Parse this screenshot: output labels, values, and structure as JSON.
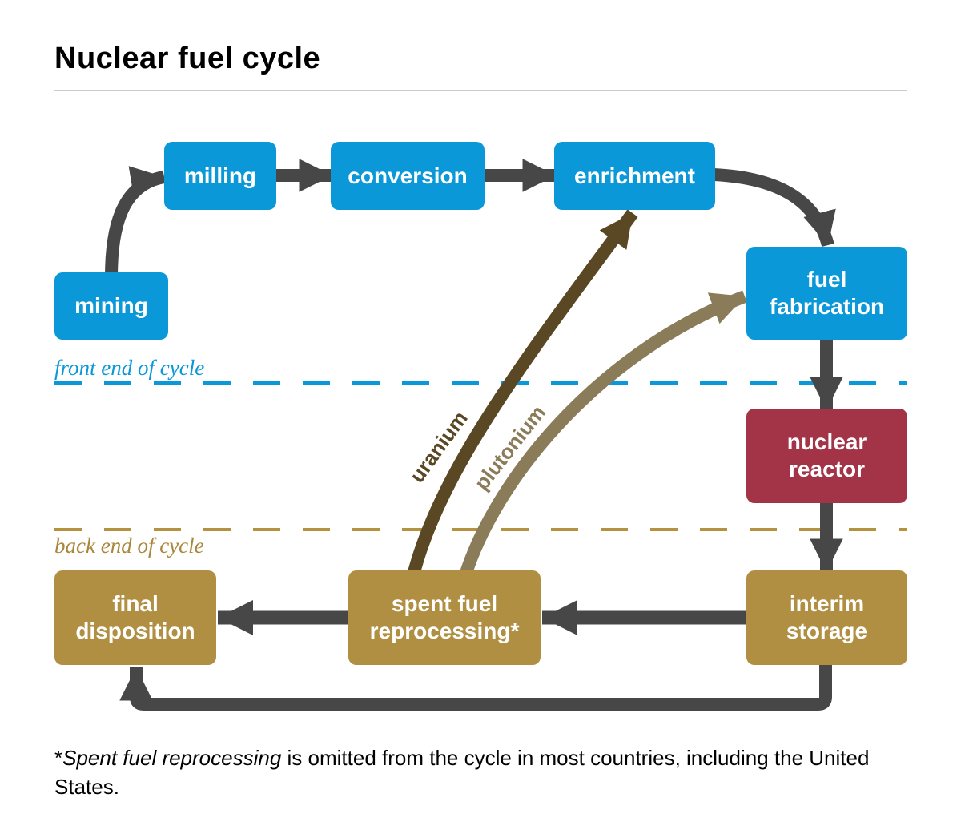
{
  "title": "Nuclear fuel cycle",
  "diagram": {
    "nodes": {
      "mining": {
        "label": "mining"
      },
      "milling": {
        "label": "milling"
      },
      "conversion": {
        "label": "conversion"
      },
      "enrichment": {
        "label": "enrichment"
      },
      "fuel_fabrication": {
        "label": "fuel fabrication"
      },
      "nuclear_reactor": {
        "label": "nuclear reactor"
      },
      "interim_storage": {
        "label": "interim storage"
      },
      "spent_fuel_reprocessing": {
        "label": "spent fuel reprocessing*"
      },
      "final_disposition": {
        "label": "final disposition"
      }
    },
    "phase_labels": {
      "front": "front end of cycle",
      "back": "back end of cycle"
    },
    "flow_labels": {
      "uranium": "uranium",
      "plutonium": "plutonium"
    },
    "colors": {
      "front_end_box": "#0a98d8",
      "reactor_box": "#a33448",
      "back_end_box": "#b18f42",
      "arrow_dark": "#474747",
      "arrow_uranium": "#5a4723",
      "arrow_plutonium": "#8b7c59",
      "front_divider": "#0a98d8",
      "back_divider": "#b5923f"
    }
  },
  "footnote": {
    "marker": "*",
    "italic_text": "Spent fuel reprocessing",
    "rest_text": " is omitted from the cycle in most countries, including the United States."
  }
}
